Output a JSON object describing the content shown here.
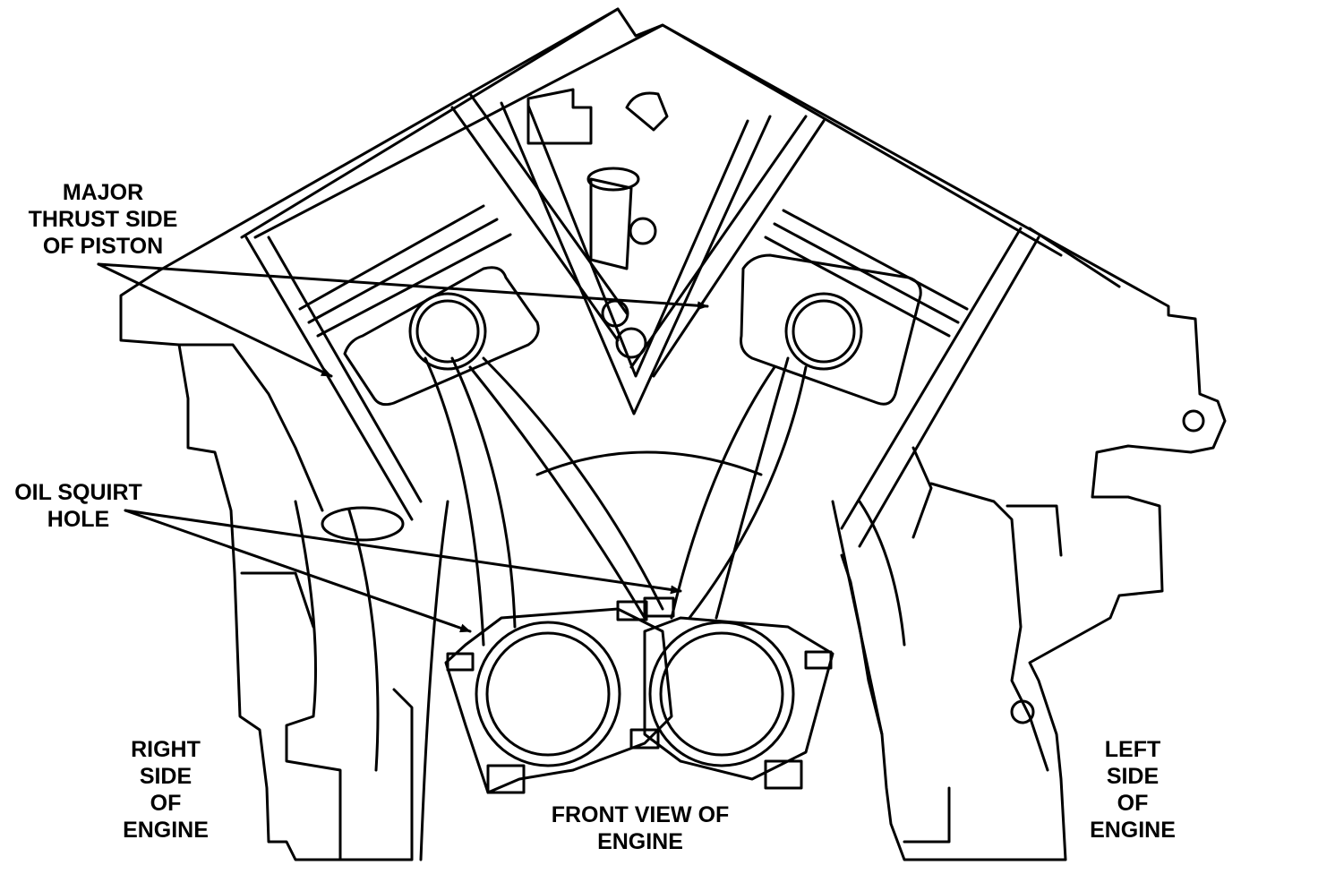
{
  "labels": {
    "major_thrust": "MAJOR\nTHRUST SIDE\nOF PISTON",
    "oil_squirt": "OIL SQUIRT\nHOLE",
    "right_side": "RIGHT\nSIDE\nOF\nENGINE",
    "left_side": "LEFT\nSIDE\nOF\nENGINE",
    "front_view": "FRONT VIEW OF\nENGINE"
  },
  "colors": {
    "line": "#000000",
    "background": "#ffffff"
  }
}
